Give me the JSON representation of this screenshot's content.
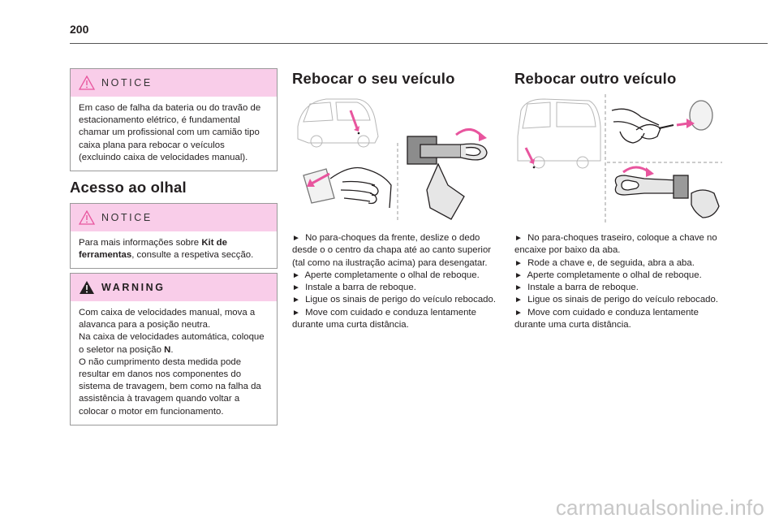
{
  "page": {
    "number": "200"
  },
  "notice1": {
    "title": "NOTICE",
    "body": "Em caso de falha da bateria ou do travão de estacionamento elétrico, é fundamental chamar um profissional com um camião tipo caixa plana para rebocar o veículos (excluindo caixa de velocidades manual)."
  },
  "acesso": {
    "title": "Acesso ao olhal"
  },
  "notice2": {
    "title": "NOTICE",
    "body_pre": "Para mais informações sobre ",
    "body_bold": "Kit de ferramentas",
    "body_post": ", consulte a respetiva secção."
  },
  "warning": {
    "title": "WARNING",
    "p1": "Com caixa de velocidades manual, mova a alavanca para a posição neutra.",
    "p2_pre": "Na caixa de velocidades automática, coloque o seletor na posição ",
    "p2_bold": "N",
    "p2_post": ".",
    "p3": "O não cumprimento desta medida pode resultar em danos nos componentes do sistema de travagem, bem como na falha da assistência à travagem quando voltar a colocar o motor em funcionamento."
  },
  "rebocar_seu": {
    "title": "Rebocar o seu veículo",
    "steps": [
      "No para-choques da frente, deslize o dedo desde o o centro da chapa até ao canto superior (tal como na ilustração acima) para desengatar.",
      "Aperte completamente o olhal de reboque.",
      "Instale a barra de reboque.",
      "Ligue os sinais de perigo do veículo rebocado.",
      "Move com cuidado e conduza lentamente durante uma curta distância."
    ]
  },
  "rebocar_outro": {
    "title": "Rebocar outro veículo",
    "steps": [
      "No para-choques traseiro, coloque a chave no encaixe por baixo da aba.",
      "Rode a chave e, de seguida, abra a aba.",
      "Aperte completamente o olhal de reboque.",
      "Instale a barra de reboque.",
      "Ligue os sinais de perigo do veículo rebocado.",
      "Move com cuidado e conduza lentamente durante uma curta distância."
    ]
  },
  "step_marker": "►",
  "watermark": "carmanualsonline.info",
  "colors": {
    "notice_band": "#f9cde9",
    "arrow_pink": "#e8559e",
    "box_border": "#9a9a9a"
  }
}
